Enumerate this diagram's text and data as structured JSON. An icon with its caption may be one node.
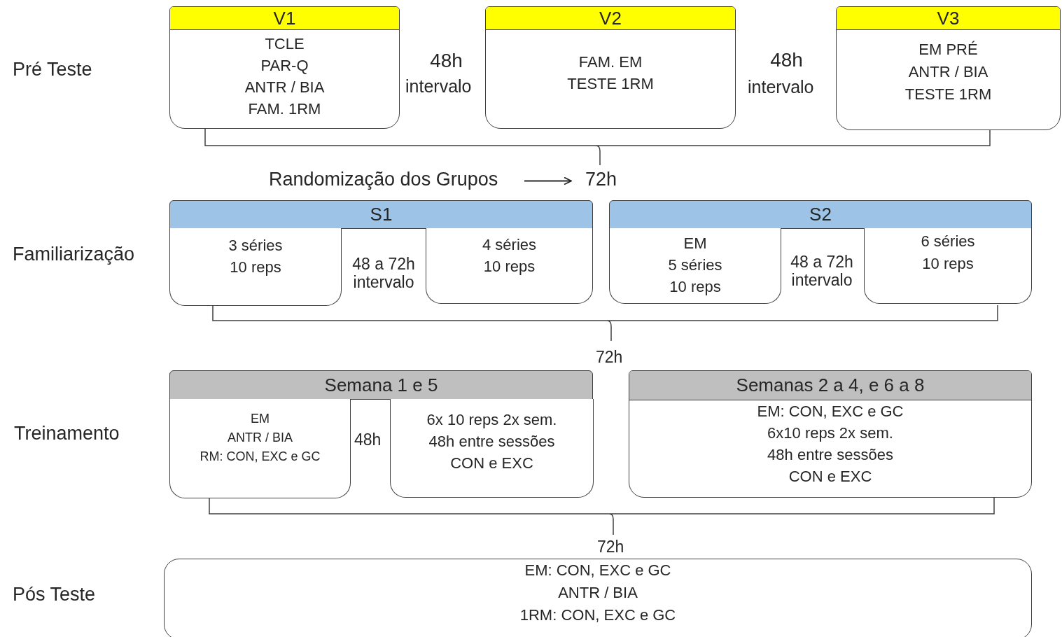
{
  "diagram": {
    "nodes": [
      {
        "text": [
          "V1",
          "TCLE",
          "PAR-Q",
          "ANTR / BIA",
          "FAM. 1RM"
        ]
      },
      {
        "text": [
          "V2",
          "FAM. EM",
          "TESTE 1RM"
        ]
      },
      {
        "text": [
          "V3",
          "EM PRÉ",
          "ANTR / BIA",
          "TESTE 1RM"
        ]
      },
      {
        "text": [
          "Randomização dos Grupos"
        ]
      },
      {
        "text": [
          "72h"
        ]
      },
      {
        "text": [
          "S1"
        ]
      },
      {
        "text": [
          "3 séries",
          "10 reps"
        ]
      },
      {
        "text": [
          "4 séries",
          "10 reps"
        ]
      },
      {
        "text": [
          "S2"
        ]
      },
      {
        "text": [
          "EM",
          "5 séries",
          "10 reps"
        ]
      },
      {
        "text": [
          "6 séries",
          "10 reps"
        ]
      },
      {
        "text": [
          "Semana 1 e 5"
        ]
      },
      {
        "text": [
          "EM",
          "ANTR / BIA",
          "RM: CON, EXC e GC"
        ]
      },
      {
        "text": [
          "6x 10 reps 2x sem.",
          "48h entre sessões",
          "CON e EXC"
        ]
      },
      {
        "text": [
          "Semanas 2 a 4, e 6 a 8",
          "EM: CON, EXC e GC",
          "6x10 reps 2x sem.",
          "48h entre sessões",
          "CON e EXC"
        ]
      },
      {
        "text": [
          "EM: CON, EXC e GC",
          "ANTR / BIA",
          "1RM: CON, EXC e GC"
        ]
      }
    ],
    "edges": [
      {
        "from": 3,
        "to": 4,
        "arrow": "to"
      }
    ],
    "labels": [
      "Pré Teste",
      "48h",
      "intervalo",
      "48h",
      "intervalo",
      "Familiarização",
      "48 a 72h intervalo",
      "48 a 72h intervalo",
      "72h",
      "Treinamento",
      "48h",
      "72h",
      "Pós Teste"
    ]
  }
}
